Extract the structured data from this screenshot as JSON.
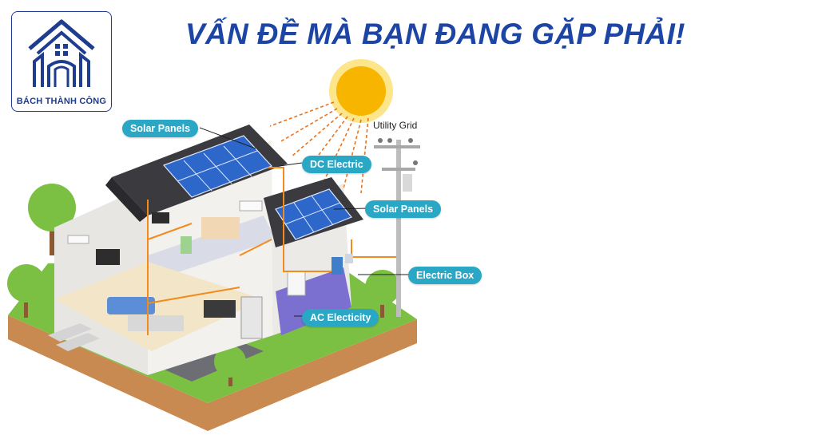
{
  "brand": {
    "name": "BÁCH THÀNH CÔNG"
  },
  "headline": "VẤN ĐỀ MÀ BẠN ĐANG GẶP PHẢI!",
  "diagram": {
    "labels": {
      "solar_panels_1": "Solar Panels",
      "dc_electric": "DC Electric",
      "solar_panels_2": "Solar Panels",
      "electric_box": "Electric Box",
      "ac_electricity": "AC Electicity",
      "utility_grid": "Utility Grid"
    }
  },
  "colors": {
    "brand_blue": "#1d45a3",
    "label_teal": "#2aa7c4",
    "sun": "#f7b500",
    "grass": "#7bc043",
    "soil": "#c98a52",
    "roof": "#3b3a3f",
    "panel": "#2c67c9"
  }
}
